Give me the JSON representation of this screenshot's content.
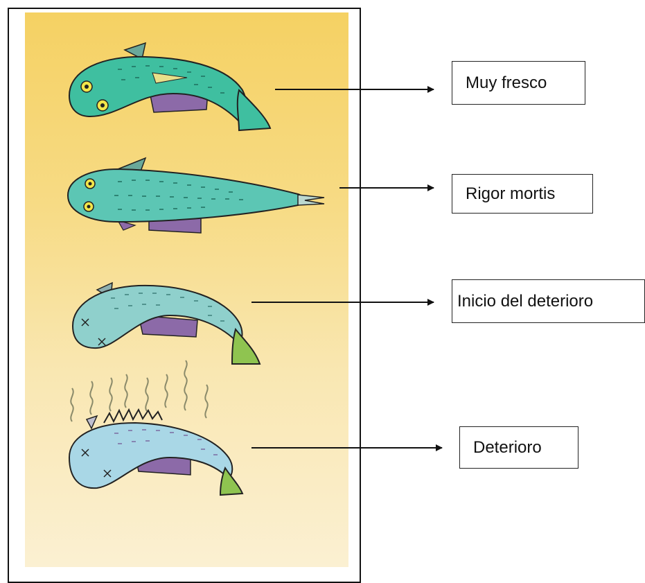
{
  "stages": [
    {
      "label": "Muy fresco",
      "fish_color": "#3fbfa0",
      "condition": "fresh"
    },
    {
      "label": "Rigor mortis",
      "fish_color": "#5cc6b4",
      "condition": "rigid"
    },
    {
      "label": "Inicio del deterioro",
      "fish_color": "#8fd0cc",
      "condition": "early-spoilage"
    },
    {
      "label": "Deterioro",
      "fish_color": "#a9d7e6",
      "condition": "spoiled"
    }
  ],
  "colors": {
    "poster_top": "#f5d163",
    "poster_bottom": "#fbf0d2",
    "fin_purple": "#8c6aa8",
    "tail_green": "#8fc450"
  }
}
